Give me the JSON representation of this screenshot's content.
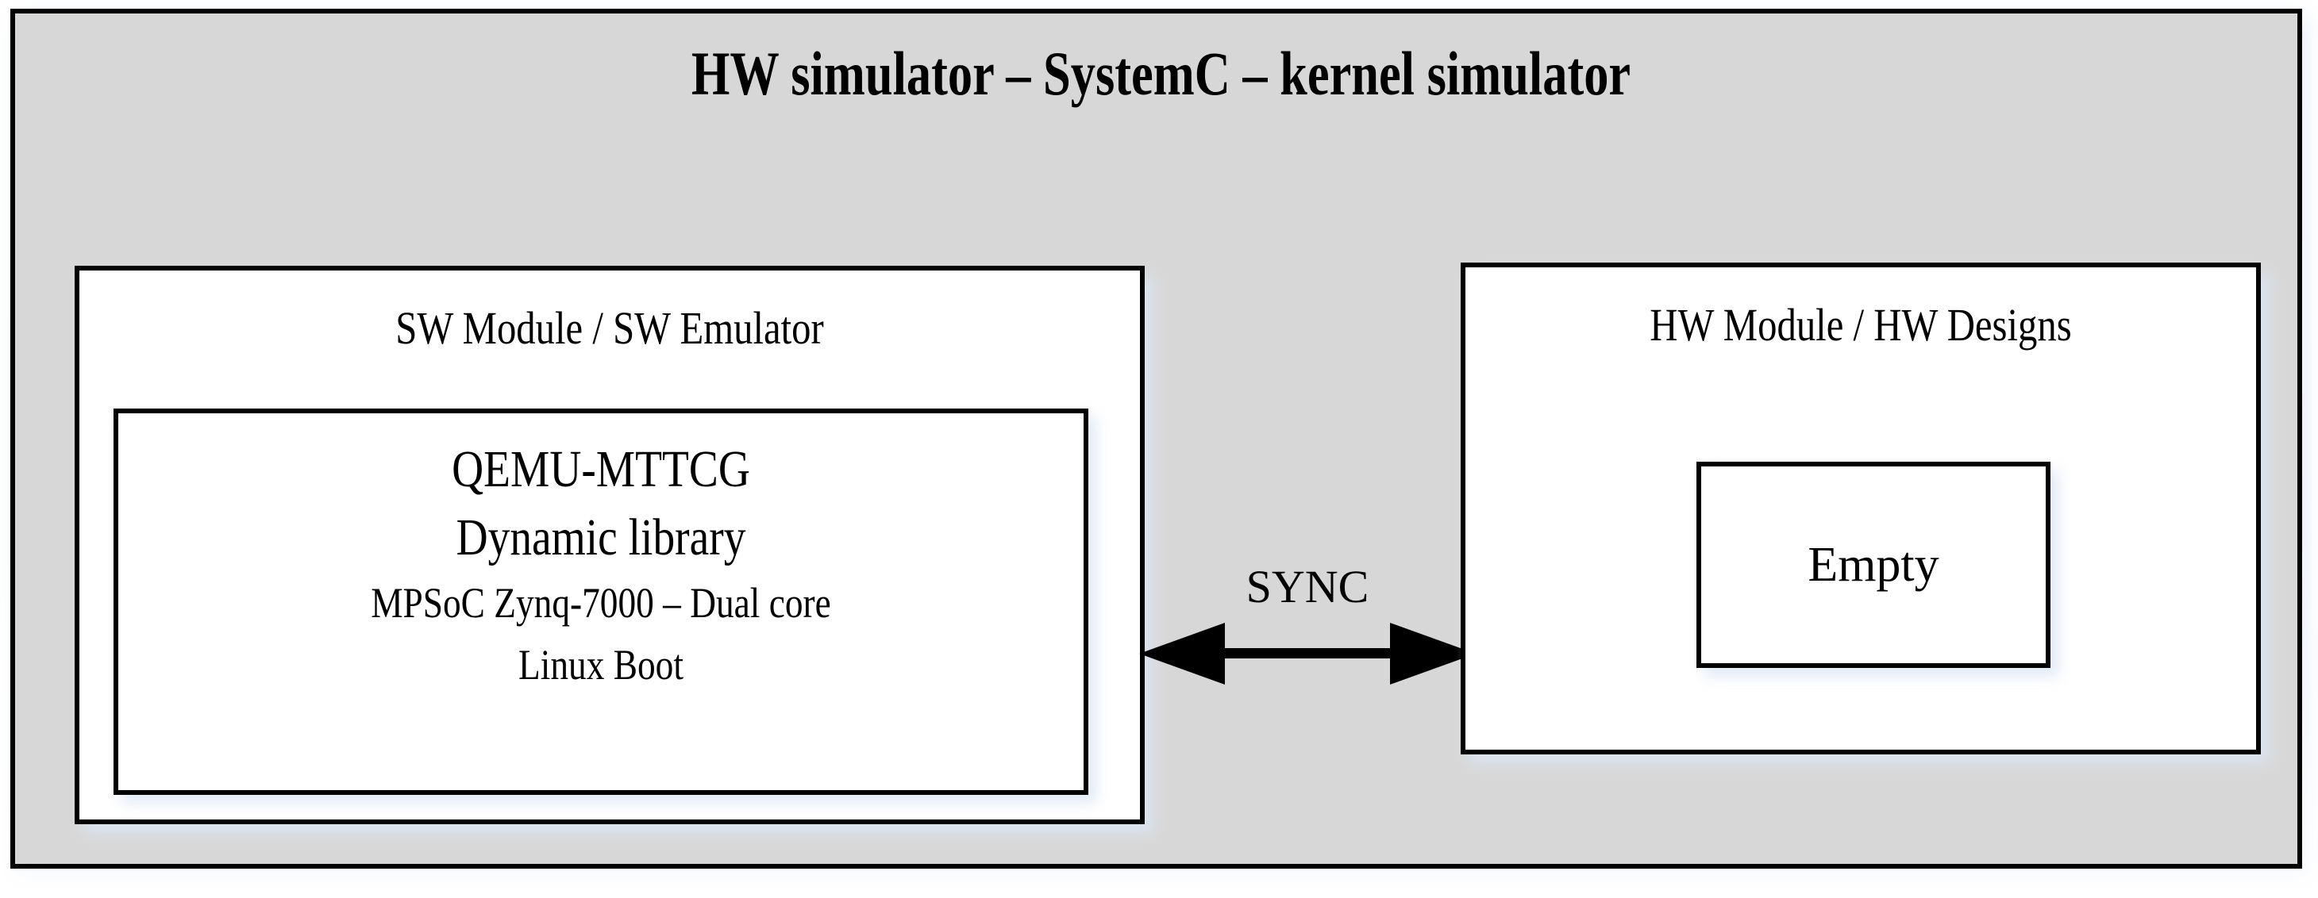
{
  "diagram": {
    "title": "HW simulator  – SystemC – kernel simulator",
    "background_color": "#d7d7d7",
    "border_color": "#000000",
    "box_fill_color": "#ffffff"
  },
  "sw_panel": {
    "title": "SW Module / SW Emulator",
    "inner": {
      "line1": "QEMU-MTTCG",
      "line2": "Dynamic library",
      "line3": "MPSoC Zynq-7000 – Dual core",
      "line4": "Linux Boot"
    }
  },
  "connector": {
    "label": "SYNC",
    "icon": "double-headed-arrow-icon"
  },
  "hw_panel": {
    "title": "HW Module / HW Designs",
    "inner": {
      "label": "Empty"
    }
  }
}
